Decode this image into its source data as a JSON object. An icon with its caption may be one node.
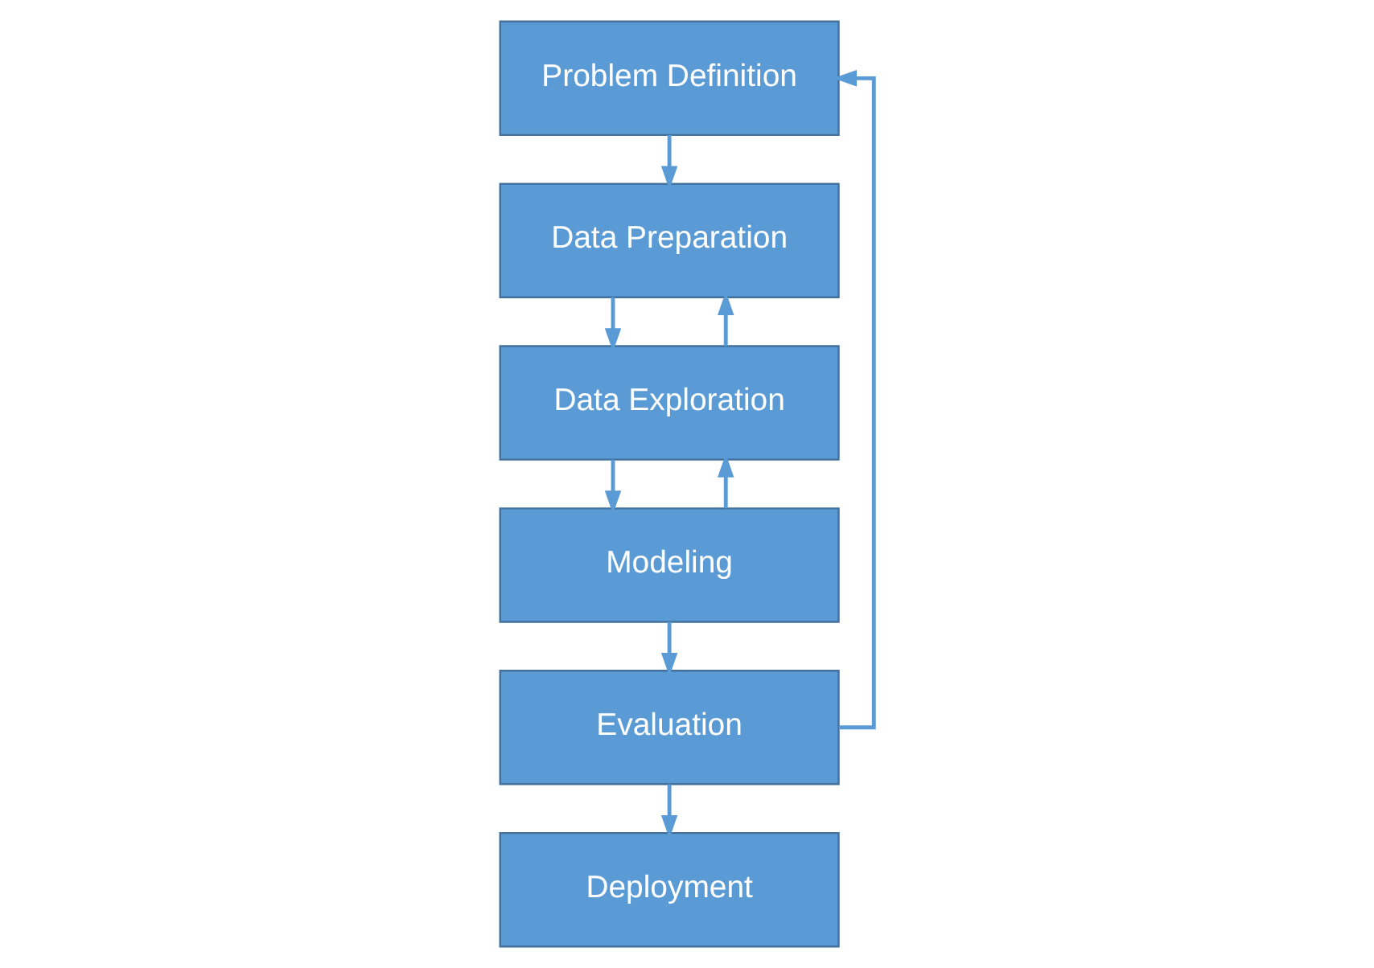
{
  "diagram": {
    "nodes": [
      {
        "text": [
          "Problem Definition"
        ]
      },
      {
        "text": [
          "Data Preparation"
        ]
      },
      {
        "text": [
          "Data Exploration"
        ]
      },
      {
        "text": [
          "Modeling"
        ]
      },
      {
        "text": [
          "Evaluation"
        ]
      },
      {
        "text": [
          "Deployment"
        ]
      }
    ],
    "edges": [
      {
        "from": 0,
        "to": 1,
        "arrow": "to"
      },
      {
        "from": 1,
        "to": 2,
        "arrow": "to"
      },
      {
        "from": 2,
        "to": 3,
        "arrow": "to"
      },
      {
        "from": 3,
        "to": 4,
        "arrow": "to"
      },
      {
        "from": 4,
        "to": 5,
        "arrow": "to"
      },
      {
        "from": 2,
        "to": 1,
        "arrow": "to"
      },
      {
        "from": 3,
        "to": 2,
        "arrow": "to"
      },
      {
        "from": 4,
        "to": 0,
        "arrow": "to"
      }
    ]
  }
}
